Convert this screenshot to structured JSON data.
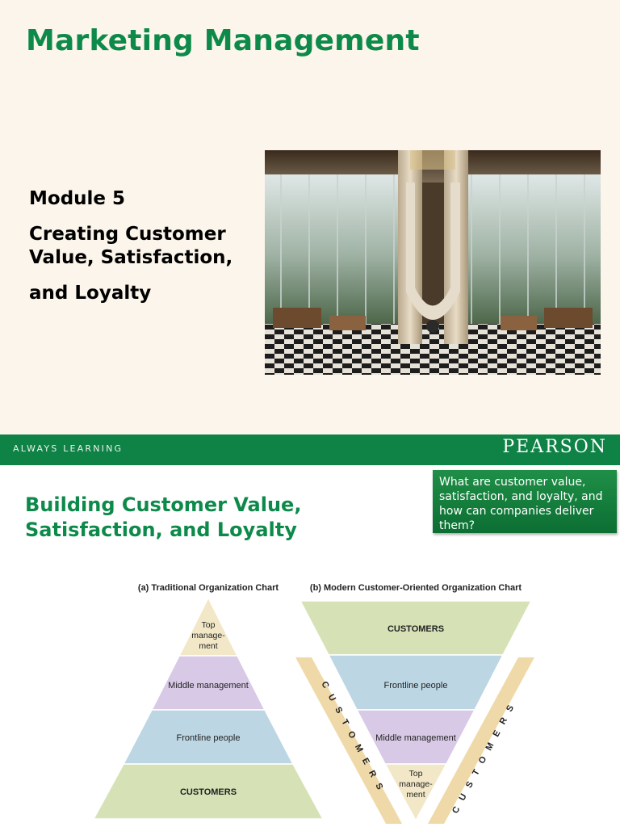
{
  "slide1": {
    "title": "Marketing Management",
    "module": "Module 5",
    "subtitle_line1": "Creating Customer",
    "subtitle_line2": "Value, Satisfaction,",
    "subtitle_line3": "and Loyalty"
  },
  "footer_bar": {
    "left_text": "ALWAYS LEARNING",
    "right_text": "PEARSON"
  },
  "slide2": {
    "title_line1": "Building Customer Value,",
    "title_line2": "Satisfaction, and Loyalty",
    "question": "What are customer value, satisfaction, and loyalty, and how can companies deliver them?",
    "chart_a": {
      "heading": "(a) Traditional Organization Chart",
      "levels": [
        "Top",
        "manage-",
        "ment",
        "Middle management",
        "Frontline people",
        "CUSTOMERS"
      ]
    },
    "chart_b": {
      "heading": "(b) Modern Customer-Oriented Organization Chart",
      "levels": [
        "CUSTOMERS",
        "Frontline people",
        "Middle management",
        "Top",
        "manage-",
        "ment"
      ],
      "side_label": "CUSTOMERS"
    }
  },
  "colors": {
    "green": "#0d8a4a",
    "bar": "#0f8246",
    "customers_band": "#d6e2b6",
    "frontline_band": "#bcd6e3",
    "middle_band": "#d8c9e6",
    "top_band": "#f2e8c8",
    "side_band": "#f0d9a8"
  }
}
